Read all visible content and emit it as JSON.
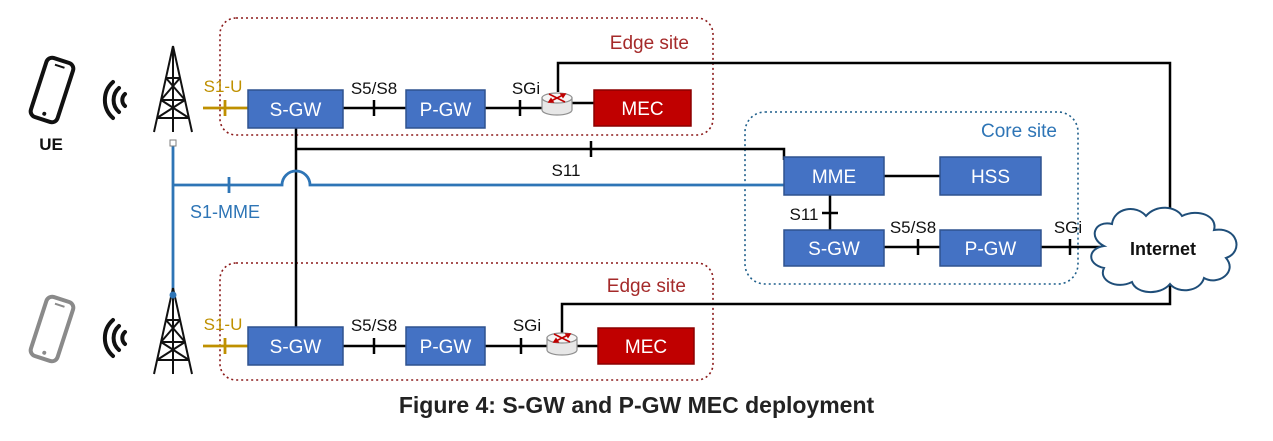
{
  "caption": "Figure 4: S-GW and P-GW MEC deployment",
  "colors": {
    "node_fill": "#4472c4",
    "node_stroke": "#2f528f",
    "mec_fill": "#c00000",
    "mec_stroke": "#8b0000",
    "edge_border": "#8b1a1a",
    "edge_label": "#a52a2a",
    "core_border": "#1f5f8b",
    "core_label": "#2e75b6",
    "s1mme_line": "#2e75b6",
    "s1u_line": "#bf9000",
    "line": "#000000"
  },
  "icons": {
    "ue_top": "smartphone-icon",
    "ue_bottom": "smartphone-icon",
    "signal": "wireless-signal-icon",
    "tower": "cell-tower-icon",
    "router": "router-icon",
    "cloud": "cloud-icon"
  },
  "ue_label": "UE",
  "edge_top": {
    "title": "Edge site",
    "s1u": "S1-U",
    "sgw": "S-GW",
    "s5s8": "S5/S8",
    "pgw": "P-GW",
    "sgi": "SGi",
    "mec": "MEC"
  },
  "edge_bottom": {
    "title": "Edge site",
    "s1u": "S1-U",
    "sgw": "S-GW",
    "s5s8": "S5/S8",
    "pgw": "P-GW",
    "sgi": "SGi",
    "mec": "MEC"
  },
  "core": {
    "title": "Core site",
    "mme": "MME",
    "hss": "HSS",
    "s11": "S11",
    "sgw": "S-GW",
    "s5s8": "S5/S8",
    "pgw": "P-GW",
    "sgi": "SGi"
  },
  "s11_top": "S11",
  "s1_mme": "S1-MME",
  "internet": "Internet"
}
